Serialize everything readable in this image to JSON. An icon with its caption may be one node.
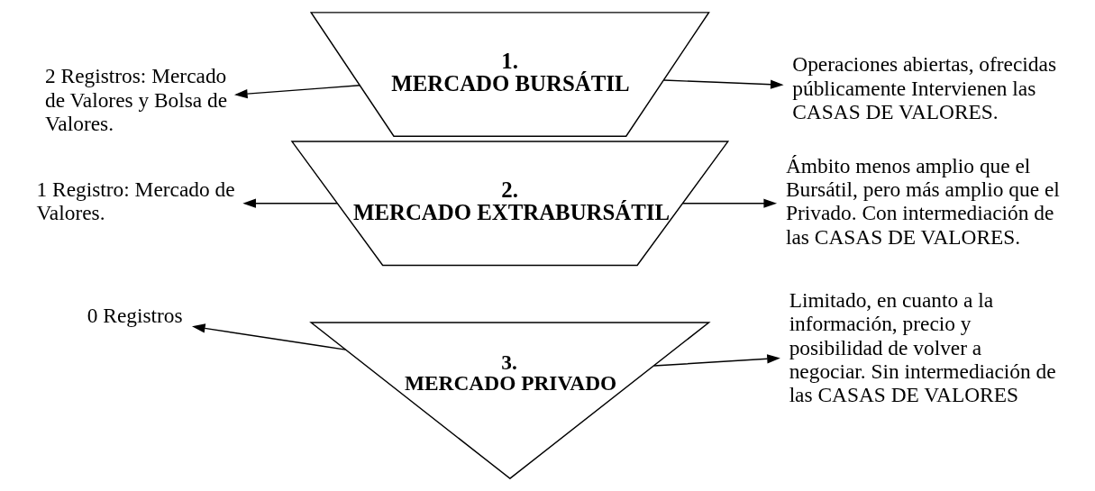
{
  "diagram": {
    "nodes": [
      {
        "text": [
          "2 Registros: Mercado de Valores y Bolsa de Valores."
        ]
      },
      {
        "text": [
          "1.",
          "MERCADO BURSÁTIL"
        ]
      },
      {
        "text": [
          "Operaciones abiertas, ofrecidas públicamente Intervienen las CASAS DE VALORES."
        ]
      },
      {
        "text": [
          "1 Registro: Mercado de Valores."
        ]
      },
      {
        "text": [
          "2.",
          "MERCADO EXTRABURSÁTIL"
        ]
      },
      {
        "text": [
          "Ámbito menos amplio que el Bursátil, pero más amplio que el Privado. Con intermediación de las CASAS DE VALORES."
        ]
      },
      {
        "text": [
          "0 Registros"
        ]
      },
      {
        "text": [
          "3.",
          "MERCADO PRIVADO"
        ]
      },
      {
        "text": [
          "Limitado, en cuanto a la información, precio y posibilidad de volver a negociar. Sin intermediación de las CASAS DE VALORES"
        ]
      }
    ],
    "edges": [
      {
        "from": 1,
        "to": 0,
        "arrow": "to"
      },
      {
        "from": 1,
        "to": 2,
        "arrow": "to"
      },
      {
        "from": 4,
        "to": 3,
        "arrow": "to"
      },
      {
        "from": 4,
        "to": 5,
        "arrow": "to"
      },
      {
        "from": 7,
        "to": 6,
        "arrow": "to"
      },
      {
        "from": 7,
        "to": 8,
        "arrow": "to"
      }
    ]
  }
}
